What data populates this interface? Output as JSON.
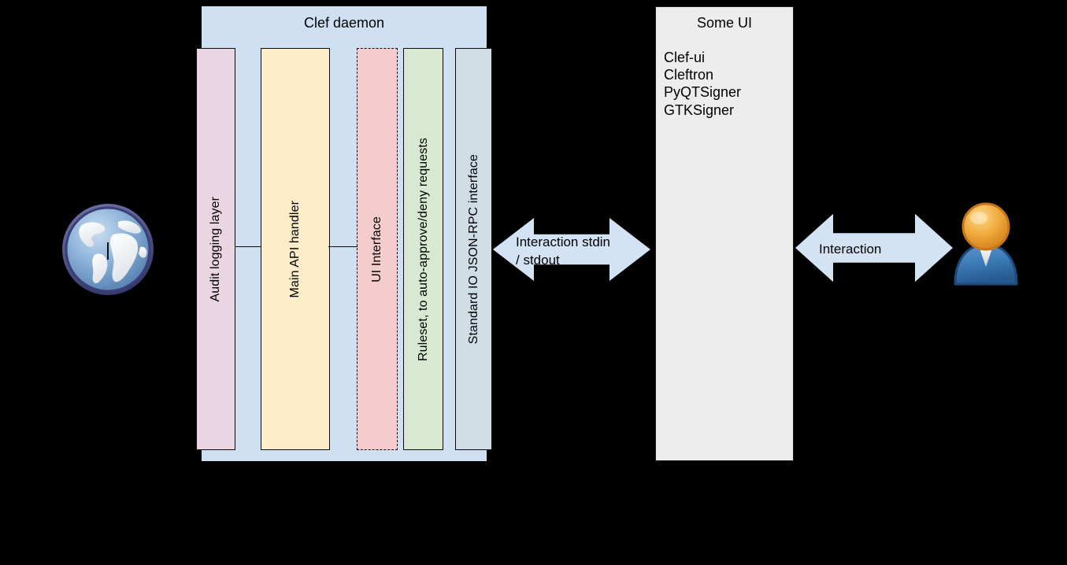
{
  "diagram": {
    "daemon": {
      "title": "Clef daemon",
      "lanes": [
        {
          "id": "audit",
          "label": "Audit logging layer",
          "color": "#ead6e2",
          "border": "solid"
        },
        {
          "id": "api",
          "label": "Main API handler",
          "color": "#fdedc8",
          "border": "solid"
        },
        {
          "id": "ui",
          "label": "UI Interface",
          "color": "#f5ccce",
          "border": "dashed"
        },
        {
          "id": "ruleset",
          "label": "Ruleset, to auto-approve/deny requests",
          "color": "#d9e8d0",
          "border": "solid"
        },
        {
          "id": "stdio",
          "label": "Standard IO JSON-RPC interface",
          "color": "#cfdde4",
          "border": "solid"
        }
      ],
      "background": "#cfe0f3"
    },
    "some_ui": {
      "title": "Some UI",
      "items": [
        "Clef-ui",
        "Cleftron",
        "PyQTSigner",
        "GTKSigner"
      ],
      "background": "#ededed"
    },
    "arrows": [
      {
        "id": "stdio-arrow",
        "label": "Interaction stdin\n/ stdout",
        "color": "#d3e3f3"
      },
      {
        "id": "interaction-arrow",
        "label": "Interaction",
        "color": "#d3e3f3"
      }
    ],
    "icons": [
      {
        "id": "globe-icon",
        "name": "globe-icon"
      },
      {
        "id": "user-icon",
        "name": "user-icon"
      }
    ]
  }
}
